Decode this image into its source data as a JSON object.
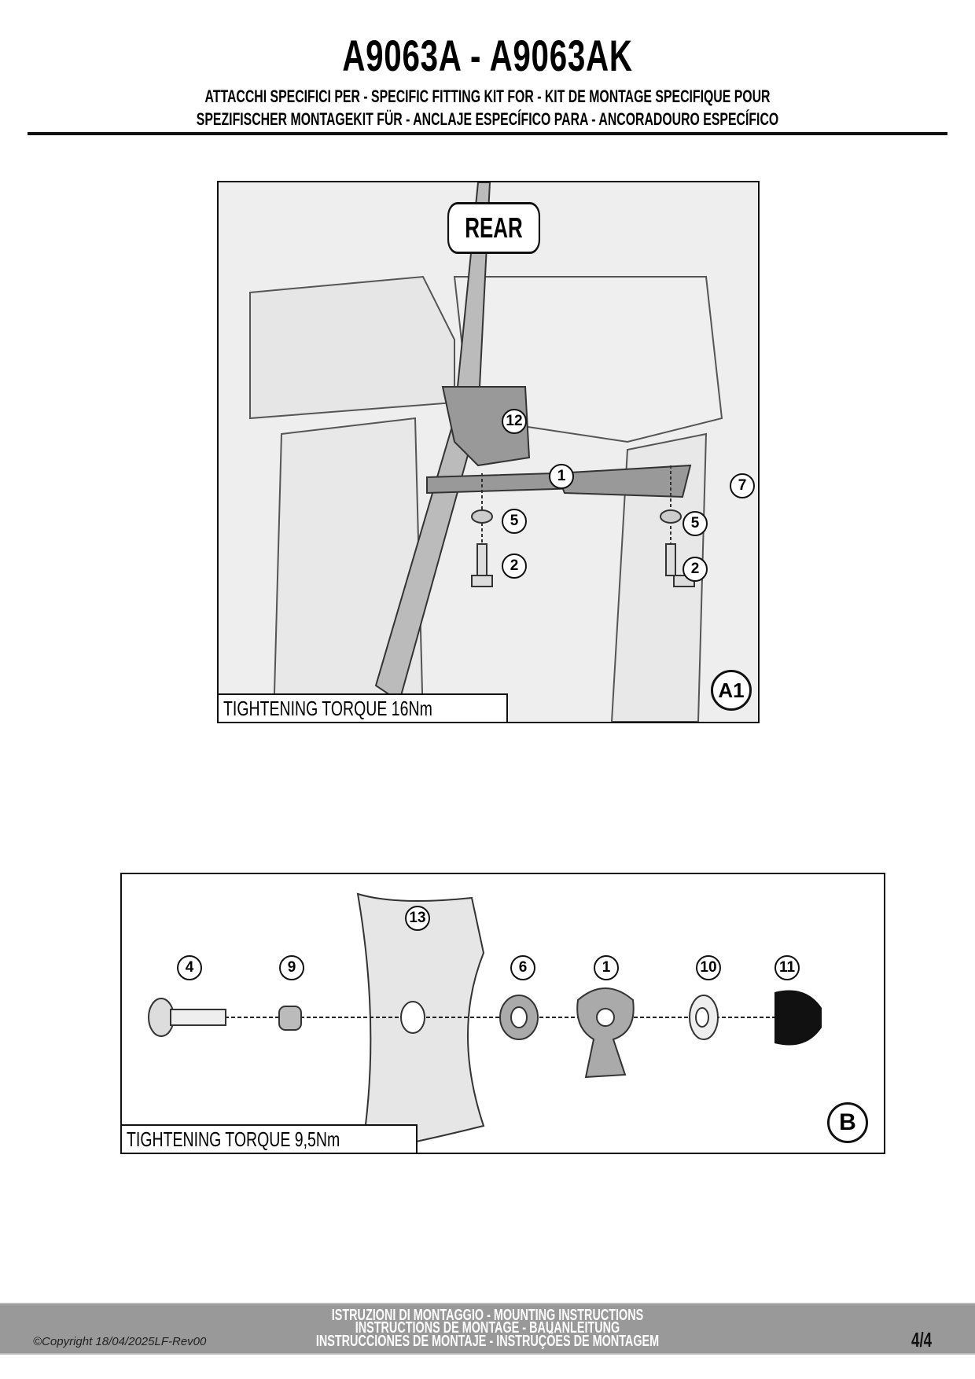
{
  "header": {
    "title": "A9063A - A9063AK",
    "subtitle_line1": "ATTACCHI SPECIFICI PER  -  SPECIFIC FITTING KIT FOR  -  KIT DE MONTAGE SPECIFIQUE POUR",
    "subtitle_line2": "SPEZIFISCHER MONTAGEKIT FÜR  -  ANCLAJE ESPECÍFICO PARA - ANCORADOURO ESPECÍFICO"
  },
  "panel_a": {
    "direction_label": "REAR",
    "panel_label": "A1",
    "torque": "TIGHTENING TORQUE 16Nm",
    "callouts": [
      "12",
      "1",
      "7",
      "5",
      "5",
      "2",
      "2"
    ]
  },
  "panel_b": {
    "panel_label": "B",
    "torque": "TIGHTENING TORQUE 9,5Nm",
    "callouts": [
      "13",
      "4",
      "9",
      "6",
      "1",
      "10",
      "11"
    ]
  },
  "footer": {
    "line1": "ISTRUZIONI DI MONTAGGIO  -  MOUNTING INSTRUCTIONS",
    "line2": "INSTRUCTIONS DE MONTAGE - BAUANLEITUNG",
    "line3": "INSTRUCCIONES DE MONTAJE - INSTRUÇÕES DE MONTAGEM",
    "copyright": "©Copyright 18/04/2025LF-Rev00",
    "page": "4/4"
  }
}
